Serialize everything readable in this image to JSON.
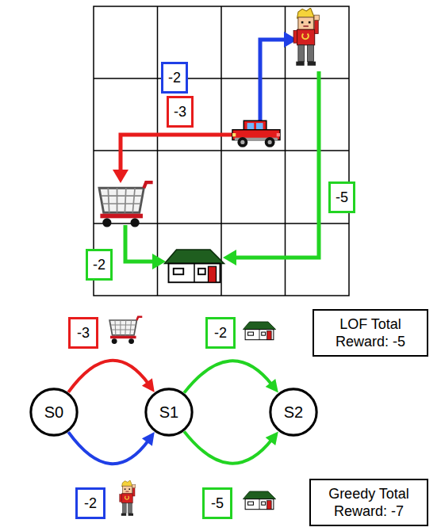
{
  "diagram": {
    "nodes": [
      {
        "text": [
          "LOF Total Reward: -5"
        ]
      },
      {
        "text": [
          "S0"
        ]
      },
      {
        "text": [
          "S1"
        ]
      },
      {
        "text": [
          "S2"
        ]
      },
      {
        "text": [
          "Greedy Total Reward: -7"
        ]
      }
    ],
    "edges": [
      {
        "from": 1,
        "to": 2,
        "label": "-3",
        "arrow": "to"
      },
      {
        "from": 2,
        "to": 3,
        "label": "-2",
        "arrow": "to"
      },
      {
        "from": 1,
        "to": 2,
        "label": "-2",
        "arrow": "to"
      },
      {
        "from": 2,
        "to": 3,
        "label": "-5",
        "arrow": "to"
      }
    ],
    "labels": [
      "-2",
      "-3",
      "-5",
      "-2"
    ]
  }
}
